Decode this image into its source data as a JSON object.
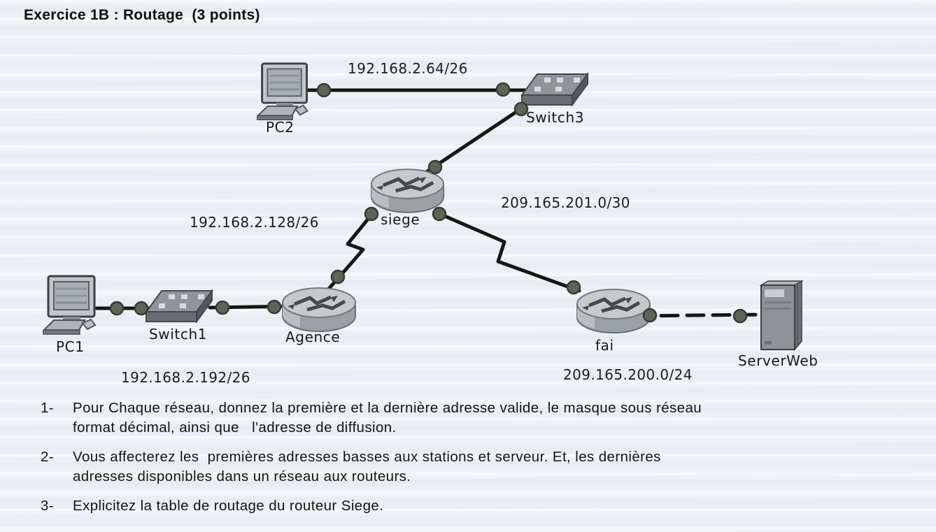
{
  "title": "Exercice 1B : Routage  (3 points)",
  "diagram": {
    "devices": [
      {
        "id": "pc2",
        "type": "pc",
        "label": "PC2"
      },
      {
        "id": "switch3",
        "type": "switch",
        "label": "Switch3"
      },
      {
        "id": "siege",
        "type": "router",
        "label": "siege"
      },
      {
        "id": "pc1",
        "type": "pc",
        "label": "PC1"
      },
      {
        "id": "switch1",
        "type": "switch",
        "label": "Switch1"
      },
      {
        "id": "agence",
        "type": "router",
        "label": "Agence"
      },
      {
        "id": "fai",
        "type": "router",
        "label": "fai"
      },
      {
        "id": "serverweb",
        "type": "server",
        "label": "ServerWeb"
      }
    ],
    "networks": [
      {
        "id": "net-pc2-switch3",
        "label": "192.168.2.64/26"
      },
      {
        "id": "net-siege-fai",
        "label": "209.165.201.0/30"
      },
      {
        "id": "net-siege-agence",
        "label": "192.168.2.128/26"
      },
      {
        "id": "net-agence-lan",
        "label": "192.168.2.192/26"
      },
      {
        "id": "net-fai-server",
        "label": "209.165.200.0/24"
      }
    ]
  },
  "questions": [
    {
      "num": "1-",
      "text1": "Pour Chaque réseau, donnez la première et la dernière adresse valide, le masque sous réseau",
      "text2": "format décimal, ainsi que   l'adresse de diffusion."
    },
    {
      "num": "2-",
      "text1": "Vous affecterez les  premières adresses basses aux stations et serveur. Et, les dernières",
      "text2": "adresses disponibles dans un réseau aux routeurs."
    },
    {
      "num": "3-",
      "text1": "Explicitez la table de routage du routeur Siege.",
      "text2": ""
    }
  ]
}
